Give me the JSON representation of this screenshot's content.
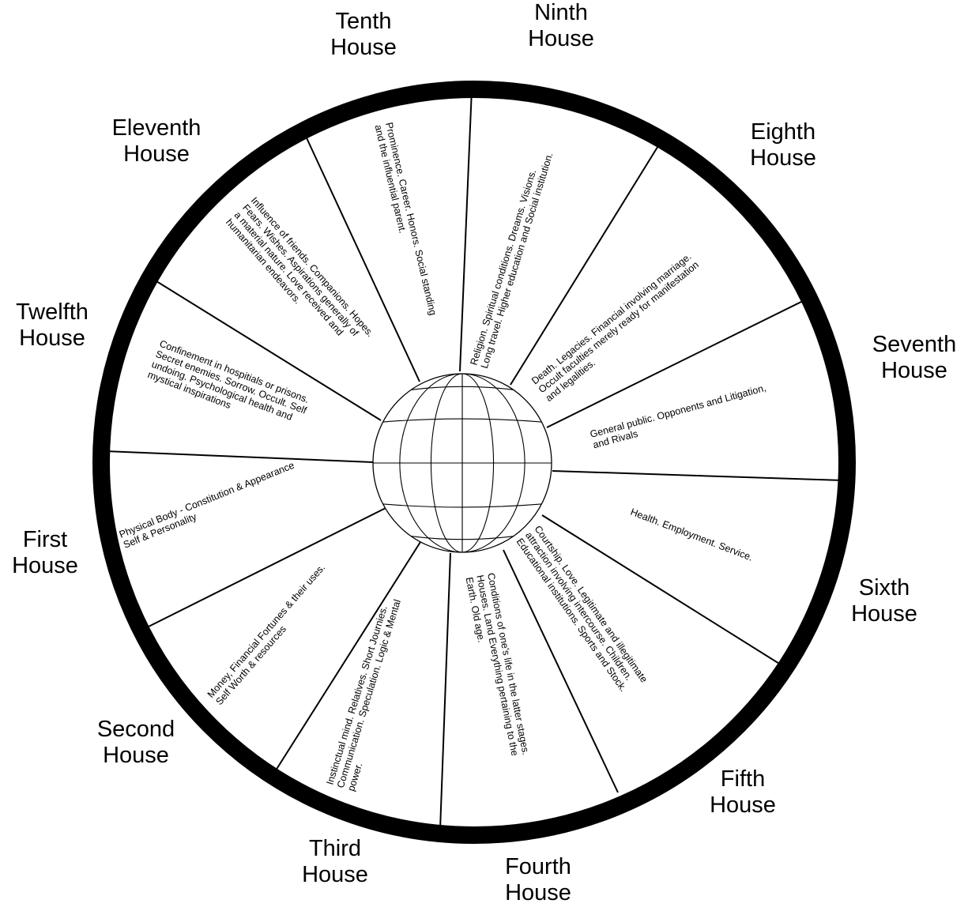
{
  "diagram": {
    "colors": {
      "ink": "#000000",
      "paper": "#ffffff"
    },
    "center_icon": "globe-icon",
    "houses": [
      {
        "key": "first",
        "title": [
          "First",
          "House"
        ],
        "desc": [
          "Physical Body  -  Constitution & Appearance",
          "Self & Personality"
        ]
      },
      {
        "key": "second",
        "title": [
          "Second",
          "House"
        ],
        "desc": [
          "Money,  Financial Fortunes  &  their  uses.",
          "Self Worth & resources"
        ]
      },
      {
        "key": "third",
        "title": [
          "Third",
          "House"
        ],
        "desc": [
          "Instinctual mind.  Relatives.  Short Journies.",
          "Communication.  Speculation.  Logic & Mental",
          "power."
        ]
      },
      {
        "key": "fourth",
        "title": [
          "Fourth",
          "House"
        ],
        "desc": [
          "Conditions of one's life in the latter stages.",
          "Houses.  Land  Everything pertaining to the",
          "Earth.  Old age."
        ]
      },
      {
        "key": "fifth",
        "title": [
          "Fifth",
          "House"
        ],
        "desc": [
          "Courtship.  Love.  Legitimate and illegitimate",
          "attraction involving intercourse.  Children.",
          "Educational institutions.  Sports and Stock."
        ]
      },
      {
        "key": "sixth",
        "title": [
          "Sixth",
          "House"
        ],
        "desc": [
          "Health.  Employment.   Service."
        ]
      },
      {
        "key": "seventh",
        "title": [
          "Seventh",
          "House"
        ],
        "desc": [
          "General public.  Opponents and Litigation,",
          "and Rivals"
        ]
      },
      {
        "key": "eighth",
        "title": [
          "Eighth",
          "House"
        ],
        "desc": [
          "Death.  Legacies.  Financial involving marriage.",
          "Occult faculties merely ready for manifestation",
          "and legalities."
        ]
      },
      {
        "key": "ninth",
        "title": [
          "Ninth",
          "House"
        ],
        "desc": [
          "Religion.  Spiritual conditions.  Dreams.  Visions.",
          "Long travel.  Higher education and Social institution."
        ]
      },
      {
        "key": "tenth",
        "title": [
          "Tenth",
          "House"
        ],
        "desc": [
          "Prominence.  Career.  Honors.  Social standing",
          "and the influential parent."
        ]
      },
      {
        "key": "eleventh",
        "title": [
          "Eleventh",
          "House"
        ],
        "desc": [
          "Influence of friends.  Companions.  Hopes.",
          "Fears.  Wishes.  Aspirations generally of",
          "a material nature.  Love received and",
          "humanitarian endeavors."
        ]
      },
      {
        "key": "twelfth",
        "title": [
          "Twelfth",
          "House"
        ],
        "desc": [
          "Confinement in hospitials or prisons.",
          "Secret enemies.  Sorrow.  Occult.  Self",
          "undoing.  Psychological health and",
          "mystical inspirations"
        ]
      }
    ]
  }
}
